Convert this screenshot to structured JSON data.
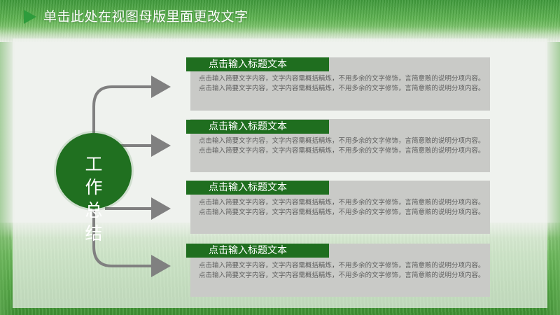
{
  "header": {
    "title": "单击此处在视图母版里面更改文字"
  },
  "center": {
    "label": "工作总结"
  },
  "items": [
    {
      "title": "点击输入标题文本",
      "body": "点击输入简要文字内容，文字内容需概括精炼，不用多余的文字修饰，言简意赅的说明分项内容。点击输入简要文字内容，文字内容需概括精炼，不用多余的文字修饰，言简意赅的说明分项内容。"
    },
    {
      "title": "点击输入标题文本",
      "body": "点击输入简要文字内容，文字内容需概括精炼，不用多余的文字修饰，言简意赅的说明分项内容。点击输入简要文字内容，文字内容需概括精炼，不用多余的文字修饰，言简意赅的说明分项内容。"
    },
    {
      "title": "点击输入标题文本",
      "body": "点击输入简要文字内容，文字内容需概括精炼，不用多余的文字修饰，言简意赅的说明分项内容。点击输入简要文字内容，文字内容需概括精炼，不用多余的文字修饰，言简意赅的说明分项内容。"
    },
    {
      "title": "点击输入标题文本",
      "body": "点击输入简要文字内容，文字内容需概括精炼，不用多余的文字修饰，言简意赅的说明分项内容。点击输入简要文字内容，文字内容需概括精炼，不用多余的文字修饰，言简意赅的说明分项内容。"
    }
  ],
  "colors": {
    "accent": "#1f6e1f",
    "circle": "#207020",
    "box": "#c9cac7",
    "connector": "#808080"
  }
}
